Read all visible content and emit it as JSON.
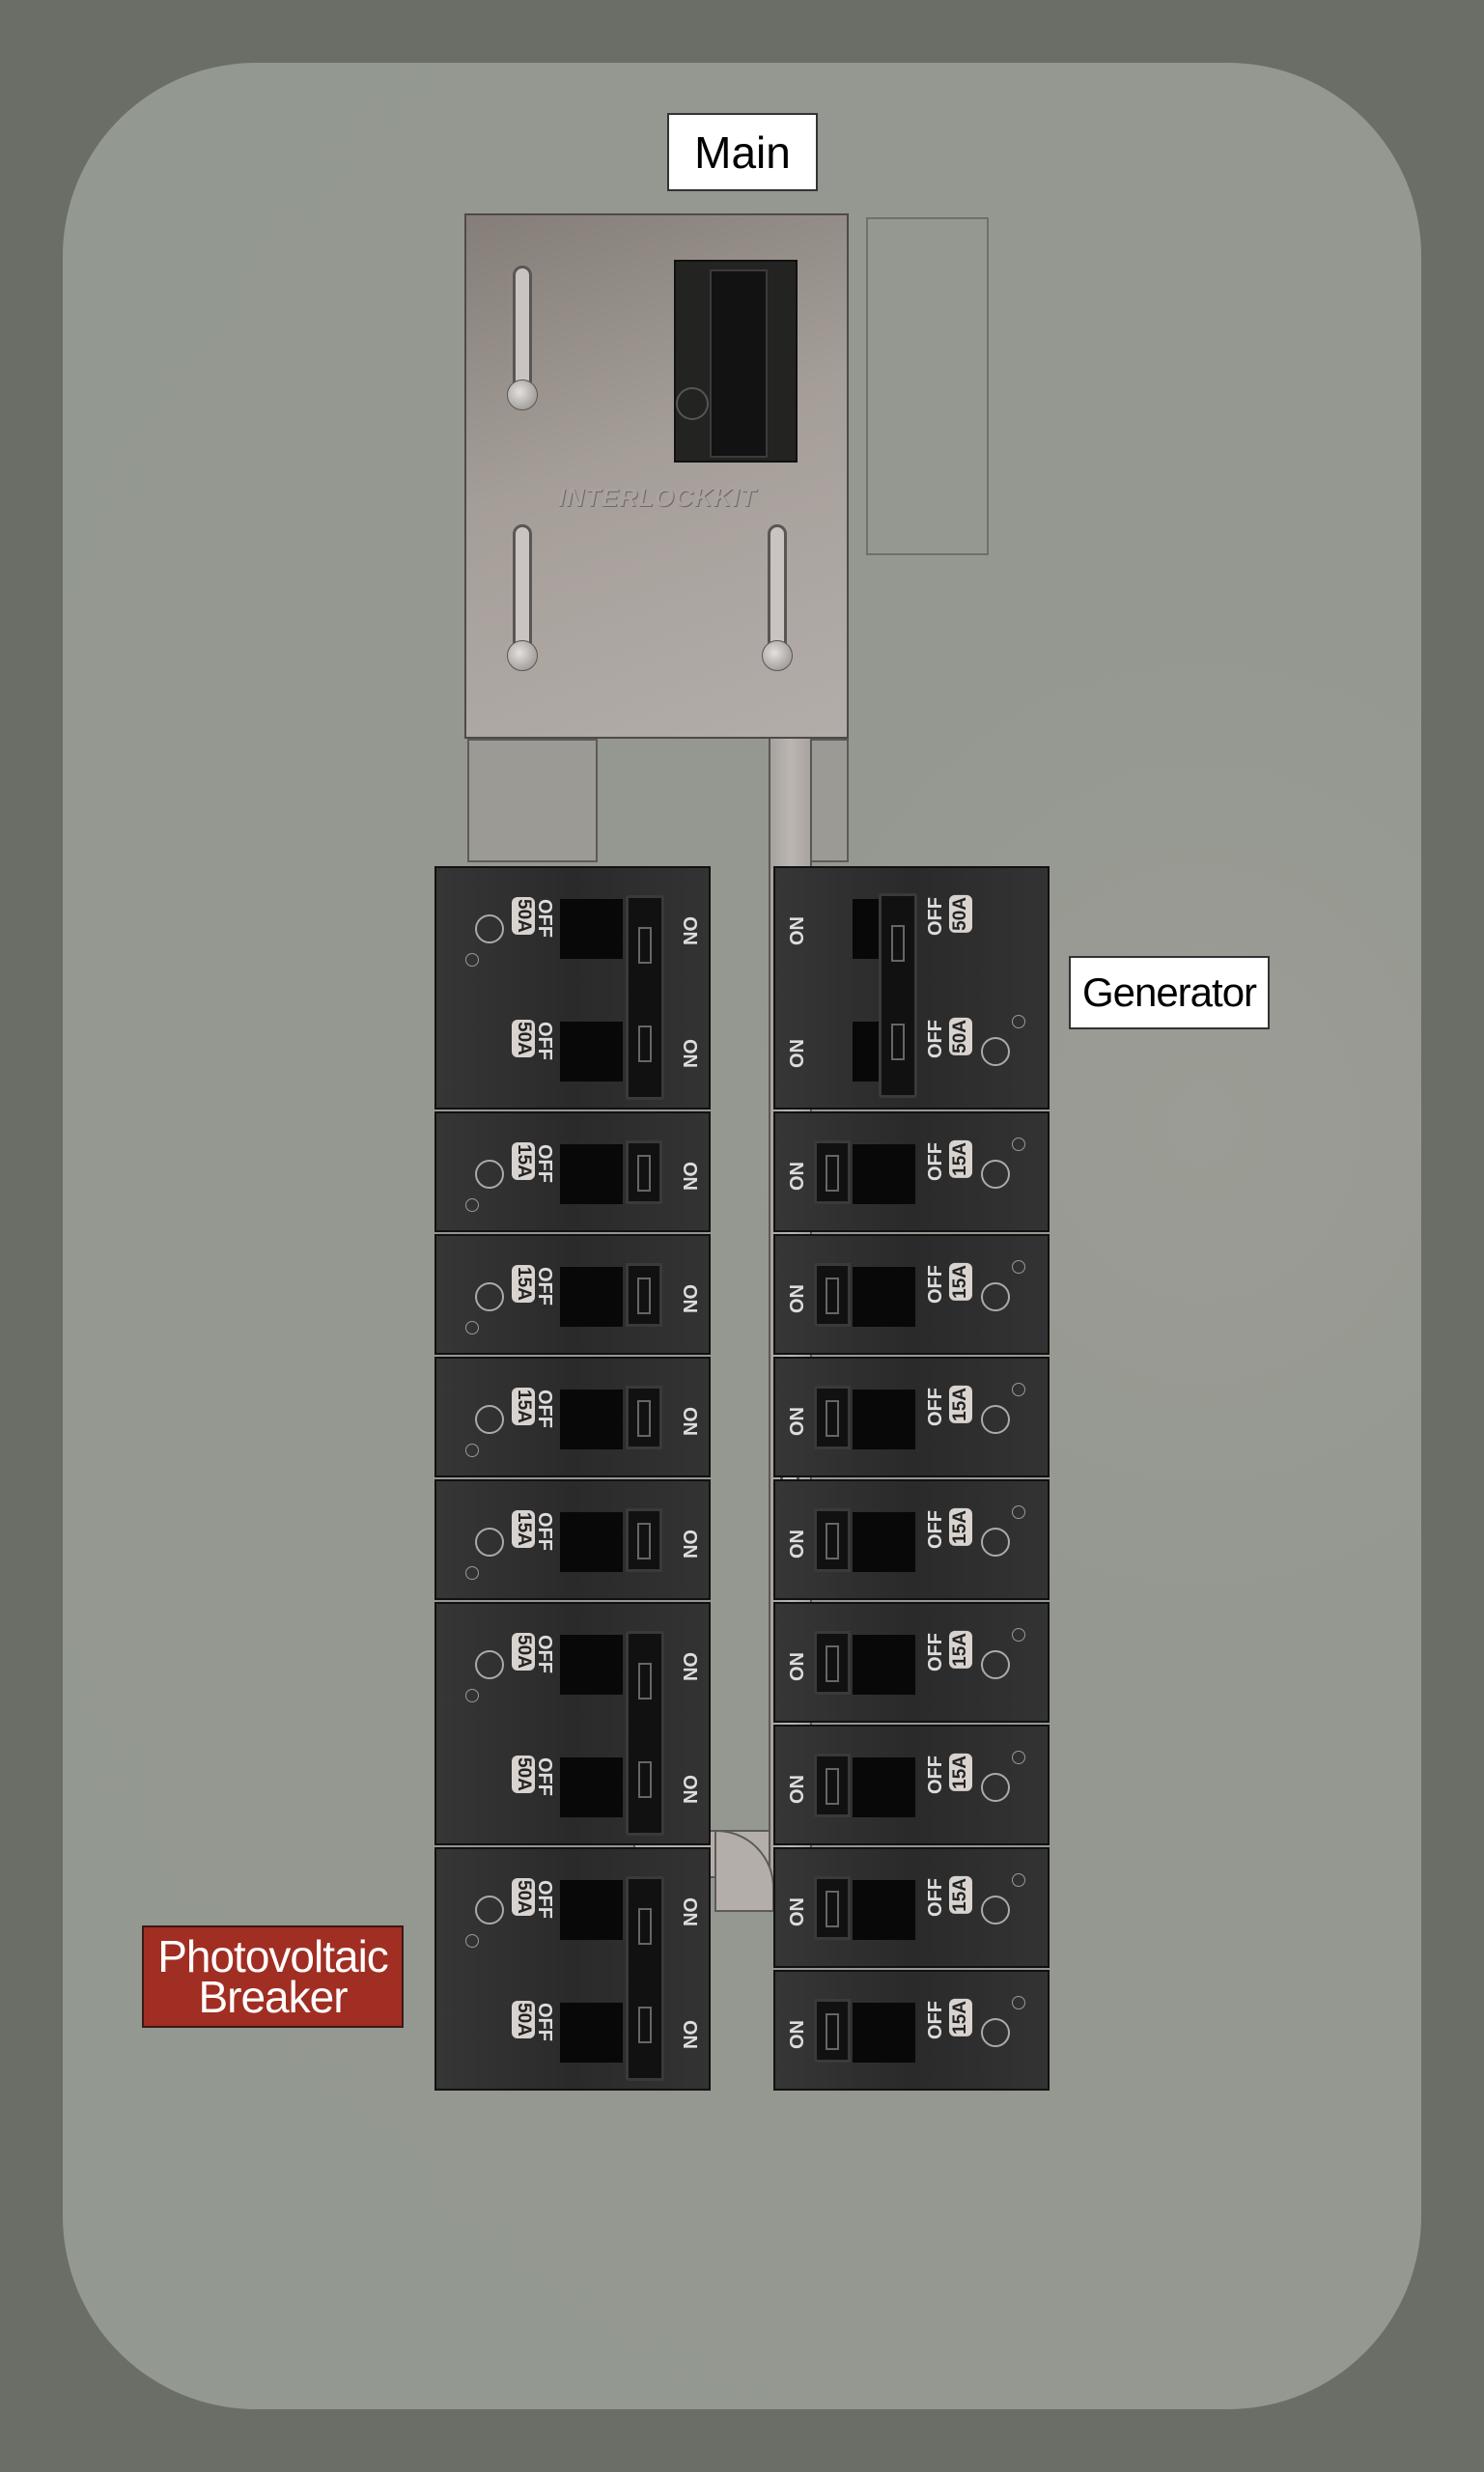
{
  "labels": {
    "main": "Main",
    "generator": "Generator",
    "pv_line1": "Photovoltaic",
    "pv_line2": "Breaker",
    "interlock_brand": "INTERLOCKKIT"
  },
  "switch_text": {
    "on": "ON",
    "off": "OFF"
  },
  "left_column": [
    {
      "type": "double",
      "amps": "50",
      "unit": "A"
    },
    {
      "type": "single",
      "amps": "15",
      "unit": "A"
    },
    {
      "type": "single",
      "amps": "15",
      "unit": "A"
    },
    {
      "type": "single",
      "amps": "15",
      "unit": "A"
    },
    {
      "type": "single",
      "amps": "15",
      "unit": "A"
    },
    {
      "type": "double",
      "amps": "50",
      "unit": "A"
    },
    {
      "type": "double",
      "amps": "50",
      "unit": "A"
    }
  ],
  "right_column": [
    {
      "type": "double",
      "amps": "50",
      "unit": "A"
    },
    {
      "type": "single",
      "amps": "15",
      "unit": "A"
    },
    {
      "type": "single",
      "amps": "15",
      "unit": "A"
    },
    {
      "type": "single",
      "amps": "15",
      "unit": "A"
    },
    {
      "type": "single",
      "amps": "15",
      "unit": "A"
    },
    {
      "type": "single",
      "amps": "15",
      "unit": "A"
    },
    {
      "type": "single",
      "amps": "15",
      "unit": "A"
    },
    {
      "type": "single",
      "amps": "15",
      "unit": "A"
    },
    {
      "type": "single",
      "amps": "15",
      "unit": "A"
    }
  ],
  "colors": {
    "panel": "#939890",
    "background": "#6b6e67",
    "pv_label": "#a12e22",
    "interlock_plate": "#a59e98"
  }
}
